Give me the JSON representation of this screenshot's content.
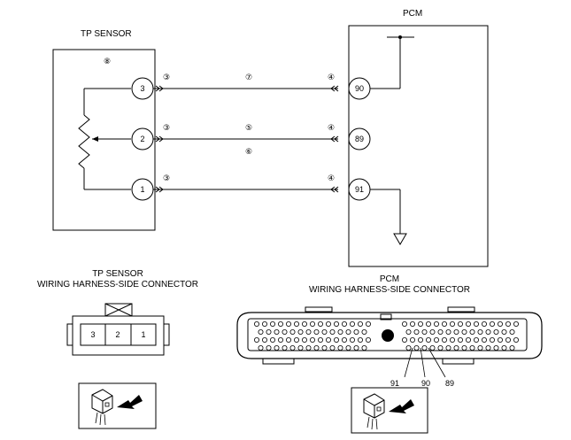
{
  "diagram": {
    "tp_sensor_title": "TP SENSOR",
    "pcm_title": "PCM",
    "tp_sensor_box_callout": "⑧",
    "sensor_pins": [
      {
        "number": "3",
        "connector_callout": "③",
        "wire_callout": "⑦",
        "pcm_callout": "④",
        "pcm_terminal": "90"
      },
      {
        "number": "2",
        "connector_callout": "③",
        "wire_callout": "⑤",
        "wire_callout_2": "⑥",
        "pcm_callout": "④",
        "pcm_terminal": "89"
      },
      {
        "number": "1",
        "connector_callout": "③",
        "pcm_callout": "④",
        "pcm_terminal": "91"
      }
    ]
  },
  "tp_connector": {
    "title_line1": "TP SENSOR",
    "title_line2": "WIRING HARNESS-SIDE CONNECTOR",
    "pins": [
      "3",
      "2",
      "1"
    ]
  },
  "pcm_connector": {
    "title_line1": "PCM",
    "title_line2": "WIRING HARNESS-SIDE CONNECTOR",
    "terminal_labels": [
      "91",
      "90",
      "89"
    ]
  }
}
